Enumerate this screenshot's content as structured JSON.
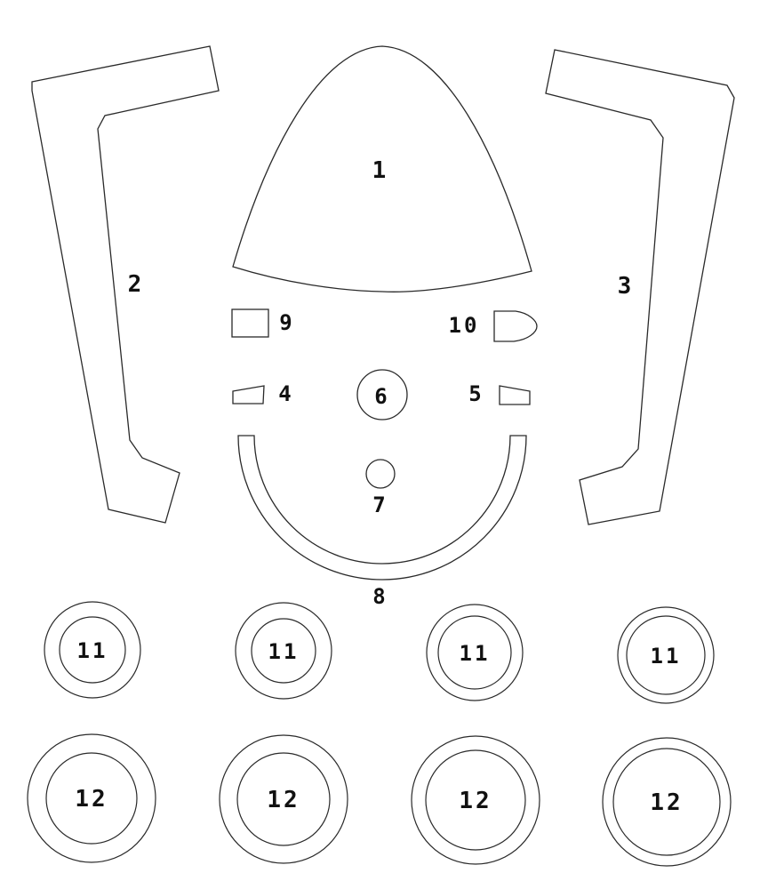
{
  "diagram": {
    "parts": [
      {
        "id": "part-1",
        "label": "1"
      },
      {
        "id": "part-2",
        "label": "2"
      },
      {
        "id": "part-3",
        "label": "3"
      },
      {
        "id": "part-4",
        "label": "4"
      },
      {
        "id": "part-5",
        "label": "5"
      },
      {
        "id": "part-6",
        "label": "6"
      },
      {
        "id": "part-7",
        "label": "7"
      },
      {
        "id": "part-8",
        "label": "8"
      },
      {
        "id": "part-9",
        "label": "9"
      },
      {
        "id": "part-10",
        "label": "10"
      },
      {
        "id": "part-11-a",
        "label": "11"
      },
      {
        "id": "part-11-b",
        "label": "11"
      },
      {
        "id": "part-11-c",
        "label": "11"
      },
      {
        "id": "part-11-d",
        "label": "11"
      },
      {
        "id": "part-12-a",
        "label": "12"
      },
      {
        "id": "part-12-b",
        "label": "12"
      },
      {
        "id": "part-12-c",
        "label": "12"
      },
      {
        "id": "part-12-d",
        "label": "12"
      }
    ],
    "colors": {
      "outline": "#2a2a2a",
      "label": "#111111",
      "background": "#ffffff"
    }
  }
}
